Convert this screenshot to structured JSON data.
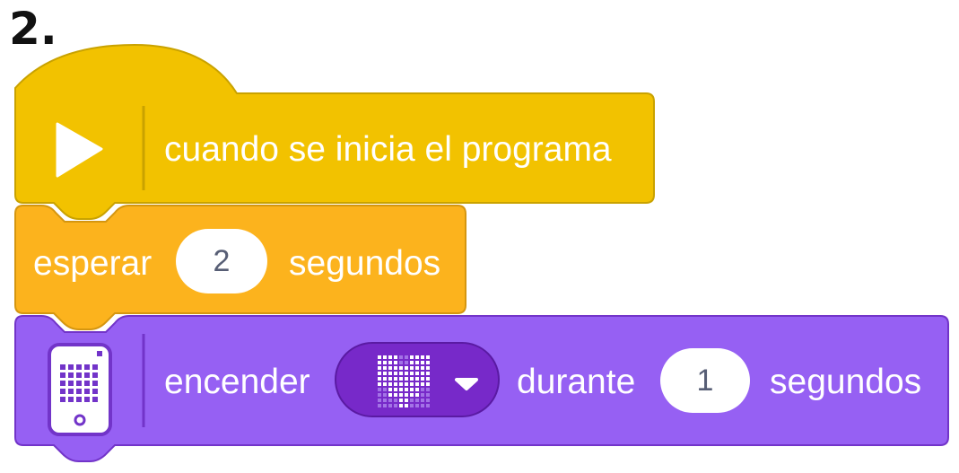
{
  "step_label": "2.",
  "blocks": {
    "start": {
      "icon": "play-triangle-icon",
      "label": "cuando se inicia el programa",
      "color": "#f2c200",
      "border": "#c9a200"
    },
    "wait": {
      "label_before": "esperar",
      "value": "2",
      "label_after": "segundos",
      "color": "#fcb31d",
      "border": "#d59610"
    },
    "light": {
      "icon": "light-matrix-hub-icon",
      "label_before": "encender",
      "image_option": "heart-matrix-icon",
      "label_middle": "durante",
      "value": "1",
      "label_after": "segundos",
      "color": "#9660f3",
      "border": "#7234c9",
      "dropdown_color": "#7729c9"
    }
  }
}
